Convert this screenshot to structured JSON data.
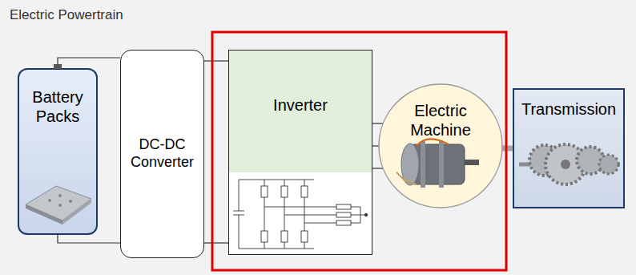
{
  "diagram": {
    "title": "Electric Powertrain",
    "nodes": [
      {
        "text": [
          "Battery Packs"
        ]
      },
      {
        "text": [
          "DC-DC Converter"
        ]
      },
      {
        "text": [
          "Inverter"
        ]
      },
      {
        "text": [
          "Electric Machine"
        ]
      },
      {
        "text": [
          "Transmission"
        ]
      }
    ],
    "edges": [
      {
        "from": 0,
        "to": 1,
        "arrow": "none"
      },
      {
        "from": 0,
        "to": 1,
        "arrow": "none"
      },
      {
        "from": 1,
        "to": 2,
        "arrow": "none"
      },
      {
        "from": 1,
        "to": 2,
        "arrow": "none"
      },
      {
        "from": 2,
        "to": 3,
        "arrow": "none"
      },
      {
        "from": 2,
        "to": 3,
        "arrow": "none"
      },
      {
        "from": 2,
        "to": 3,
        "arrow": "none"
      },
      {
        "from": 3,
        "to": 4,
        "arrow": "none"
      }
    ]
  }
}
